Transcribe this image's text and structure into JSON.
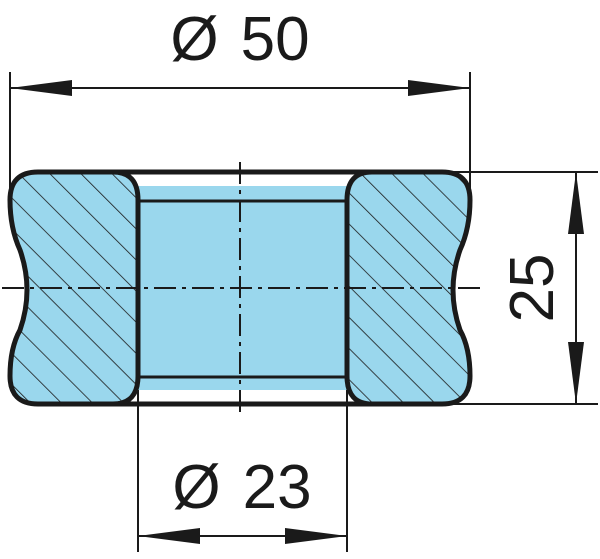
{
  "dimensions": {
    "outer_diameter": {
      "symbol": "Ø",
      "value": "50"
    },
    "inner_diameter": {
      "symbol": "Ø",
      "value": "23"
    },
    "height": {
      "value": "25"
    }
  },
  "colors": {
    "fill": "#9ad7ed",
    "line": "#1a1a1a"
  }
}
